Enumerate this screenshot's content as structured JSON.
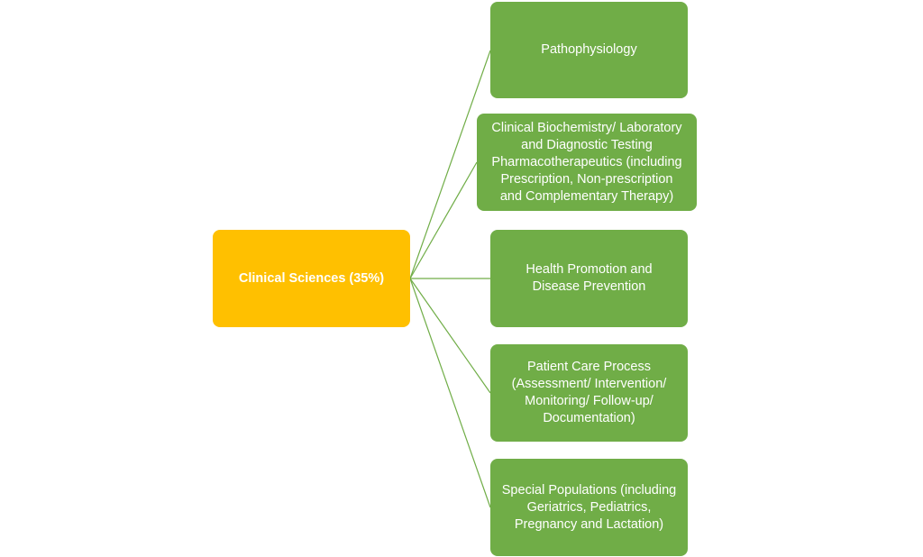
{
  "colors": {
    "root_fill": "#ffc000",
    "child_fill": "#70ad47",
    "connector": "#70ad47"
  },
  "root": {
    "label": "Clinical Sciences (35%)"
  },
  "children": [
    {
      "label": "Pathophysiology"
    },
    {
      "label": "Clinical Biochemistry/ Laboratory\nand Diagnostic Testing\nPharmacotherapeutics (including\nPrescription, Non-prescription\nand Complementary Therapy)"
    },
    {
      "label": "Health Promotion and\nDisease Prevention"
    },
    {
      "label": "Patient Care Process\n(Assessment/ Intervention/\nMonitoring/ Follow-up/\nDocumentation)"
    },
    {
      "label": "Special Populations (including\nGeriatrics, Pediatrics,\nPregnancy and Lactation)"
    }
  ]
}
